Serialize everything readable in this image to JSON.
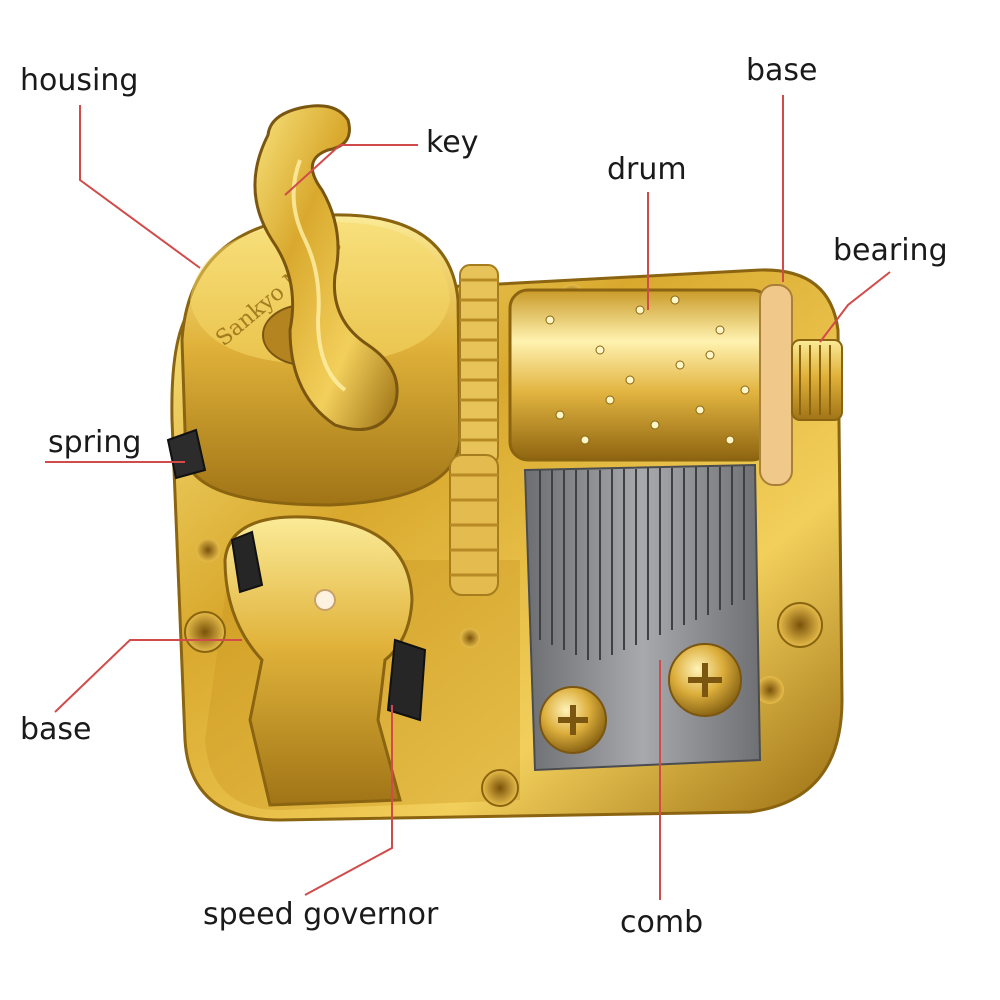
{
  "diagram": {
    "labels": {
      "housing": "housing",
      "key": "key",
      "base_top": "base",
      "drum": "drum",
      "bearing": "bearing",
      "spring": "spring",
      "base_left": "base",
      "speed_governor": "speed governor",
      "comb": "comb"
    },
    "colors": {
      "leader_line": "#d24b4b",
      "label_text": "#1a1a1a",
      "brass": "#d8a830",
      "brass_light": "#f6e07a",
      "brass_dark": "#8a6410",
      "comb_steel": "#8d8f93",
      "plastic_gear": "#e8c35a"
    },
    "brand_marking": "Sankyo Music"
  }
}
